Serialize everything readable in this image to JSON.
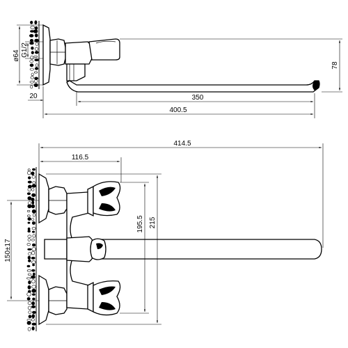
{
  "colors": {
    "line": "#000000",
    "background": "#ffffff"
  },
  "dimensions": {
    "top_view": {
      "diameter": "ø64",
      "thread": "G1/2",
      "wall_offset": "20",
      "spout_reach": "350",
      "total_reach": "400.5",
      "height": "78"
    },
    "front_view": {
      "total_width": "414.5",
      "handle_offset": "116.5",
      "center_distance": "150±17",
      "inner_height": "195.5",
      "total_height": "215"
    }
  }
}
